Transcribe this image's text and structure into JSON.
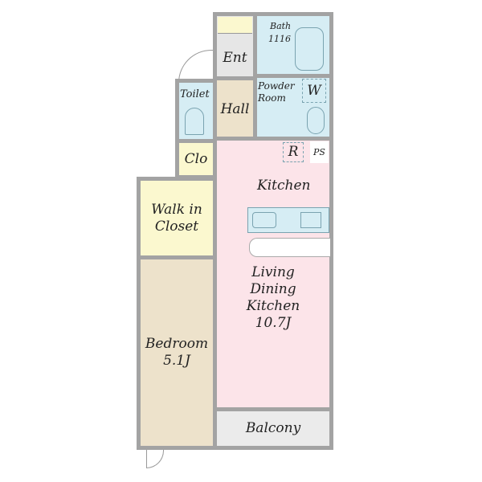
{
  "rooms": {
    "bath": {
      "label": "Bath",
      "size": "1116"
    },
    "entrance": {
      "label": "Ent"
    },
    "powder_room": {
      "label": "Powder\nRoom"
    },
    "washer": {
      "label": "W"
    },
    "toilet": {
      "label": "Toilet"
    },
    "hall": {
      "label": "Hall"
    },
    "closet": {
      "label": "Clo"
    },
    "refrigerator": {
      "label": "R"
    },
    "pipe_space": {
      "label": "PS"
    },
    "kitchen": {
      "label": "Kitchen"
    },
    "walk_in_closet": {
      "label": "Walk in\nCloset"
    },
    "bedroom": {
      "label": "Bedroom\n5.1J"
    },
    "ldk": {
      "label": "Living\nDining\nKitchen\n10.7J"
    },
    "balcony": {
      "label": "Balcony"
    }
  },
  "colors": {
    "wall": "#a3a3a3",
    "wet": "#d6edf4",
    "living": "#fce4e9",
    "wood": "#ede2cb",
    "storage": "#fbf8cf",
    "ent": "#e6e6e6"
  }
}
